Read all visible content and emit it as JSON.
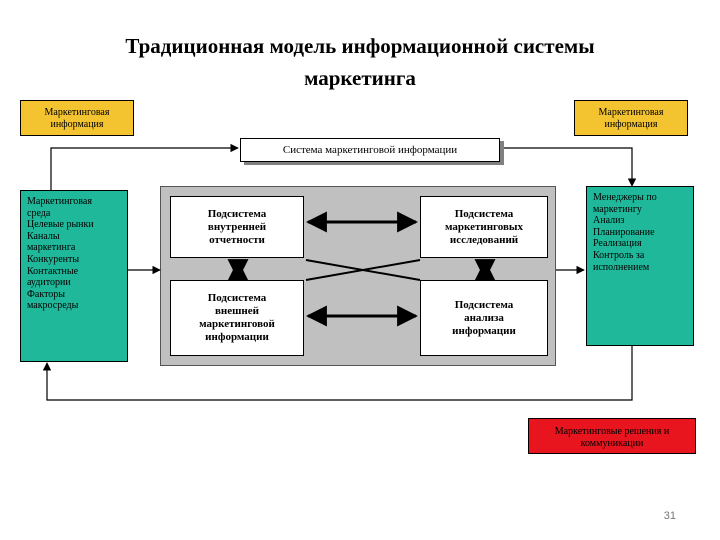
{
  "title": {
    "line1": "Традиционная модель информационной системы",
    "line2": "маркетинга"
  },
  "top_left_box": {
    "line1": "Маркетинговая",
    "line2": "информация"
  },
  "top_right_box": {
    "line1": "Маркетинговая",
    "line2": "информация"
  },
  "system_box": {
    "label": "Система маркетинговой информации"
  },
  "environment_box": {
    "lines": [
      "Маркетинговая",
      "среда",
      "Целевые рынки",
      "Каналы",
      "маркетинга",
      "Конкуренты",
      "Контактные",
      "аудитории",
      "Факторы",
      "макросреды"
    ]
  },
  "managers_box": {
    "lines": [
      "Менеджеры по",
      "маркетингу",
      "Анализ",
      "Планирование",
      "Реализация",
      "Контроль за",
      "исполнением"
    ]
  },
  "subsystems": {
    "internal": [
      "Подсистема",
      "внутренней",
      "отчетности"
    ],
    "research": [
      "Подсистема",
      "маркетинговых",
      "исследований"
    ],
    "external": [
      "Подсистема",
      "внешней",
      "маркетинговой",
      "информации"
    ],
    "analysis": [
      "Подсистема",
      "анализа",
      "информации"
    ]
  },
  "decisions_box": {
    "line1": "Маркетинговые решения и",
    "line2": "коммуникации"
  },
  "page_number": "31",
  "colors": {
    "yellow": "#f4c430",
    "green": "#1fb89a",
    "red": "#e8141e",
    "gray_panel": "#c0c0c0"
  }
}
